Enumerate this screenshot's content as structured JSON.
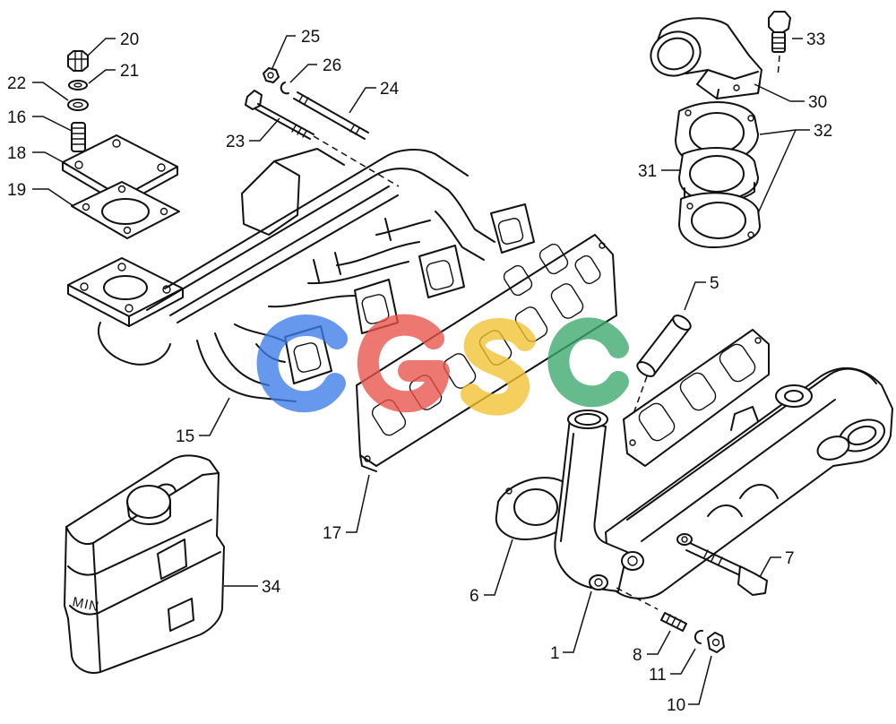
{
  "diagram": {
    "callouts": {
      "c1": "1",
      "c5": "5",
      "c6": "6",
      "c7": "7",
      "c8": "8",
      "c10": "10",
      "c11": "11",
      "c15": "15",
      "c16": "16",
      "c17": "17",
      "c18": "18",
      "c19": "19",
      "c20": "20",
      "c21": "21",
      "c22": "22",
      "c23": "23",
      "c24": "24",
      "c25": "25",
      "c26": "26",
      "c30": "30",
      "c31": "31",
      "c32": "32",
      "c33": "33",
      "c34": "34"
    },
    "tank_marking": "MIN"
  },
  "watermark": {
    "letters": [
      "C",
      "G",
      "S",
      "C"
    ],
    "colors": [
      "#3b7be8",
      "#e8524a",
      "#f3c232",
      "#3aa86b"
    ]
  }
}
